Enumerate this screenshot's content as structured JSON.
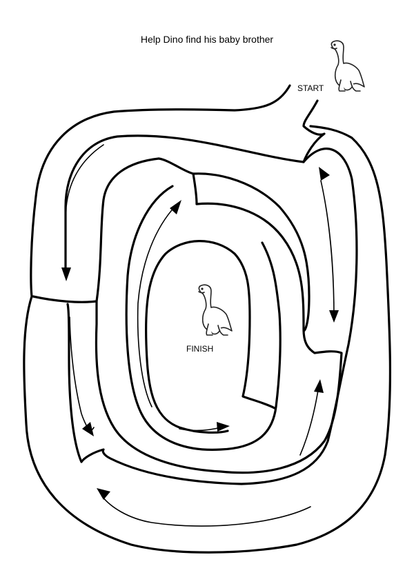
{
  "title": "Help Dino find his baby brother",
  "start": {
    "label": "START"
  },
  "finish": {
    "label": "FINISH"
  },
  "icons": {
    "start": "dinosaur-icon",
    "finish": "dinosaur-icon",
    "arrows": "arrow-icon"
  },
  "colors": {
    "ink": "#000000",
    "paper": "#ffffff"
  }
}
